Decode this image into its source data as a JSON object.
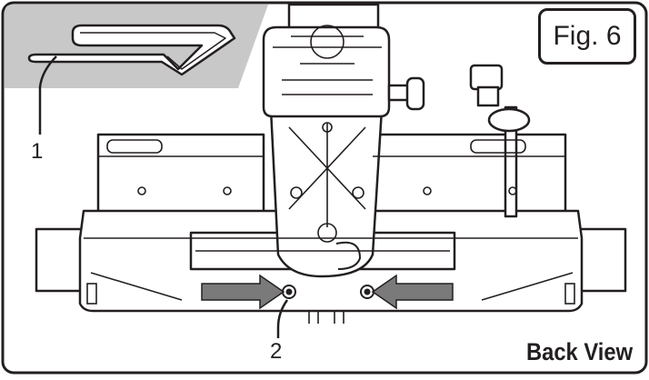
{
  "figure": {
    "label": "Fig. 6",
    "view_label": "Back View",
    "callouts": [
      "1",
      "2"
    ],
    "colors": {
      "outline": "#231f20",
      "callout_band": "#c8c8c8",
      "arrow_fill": "#7a7a7a"
    },
    "icons": [
      "pin-icon",
      "arrow-right-icon",
      "arrow-left-icon"
    ]
  }
}
